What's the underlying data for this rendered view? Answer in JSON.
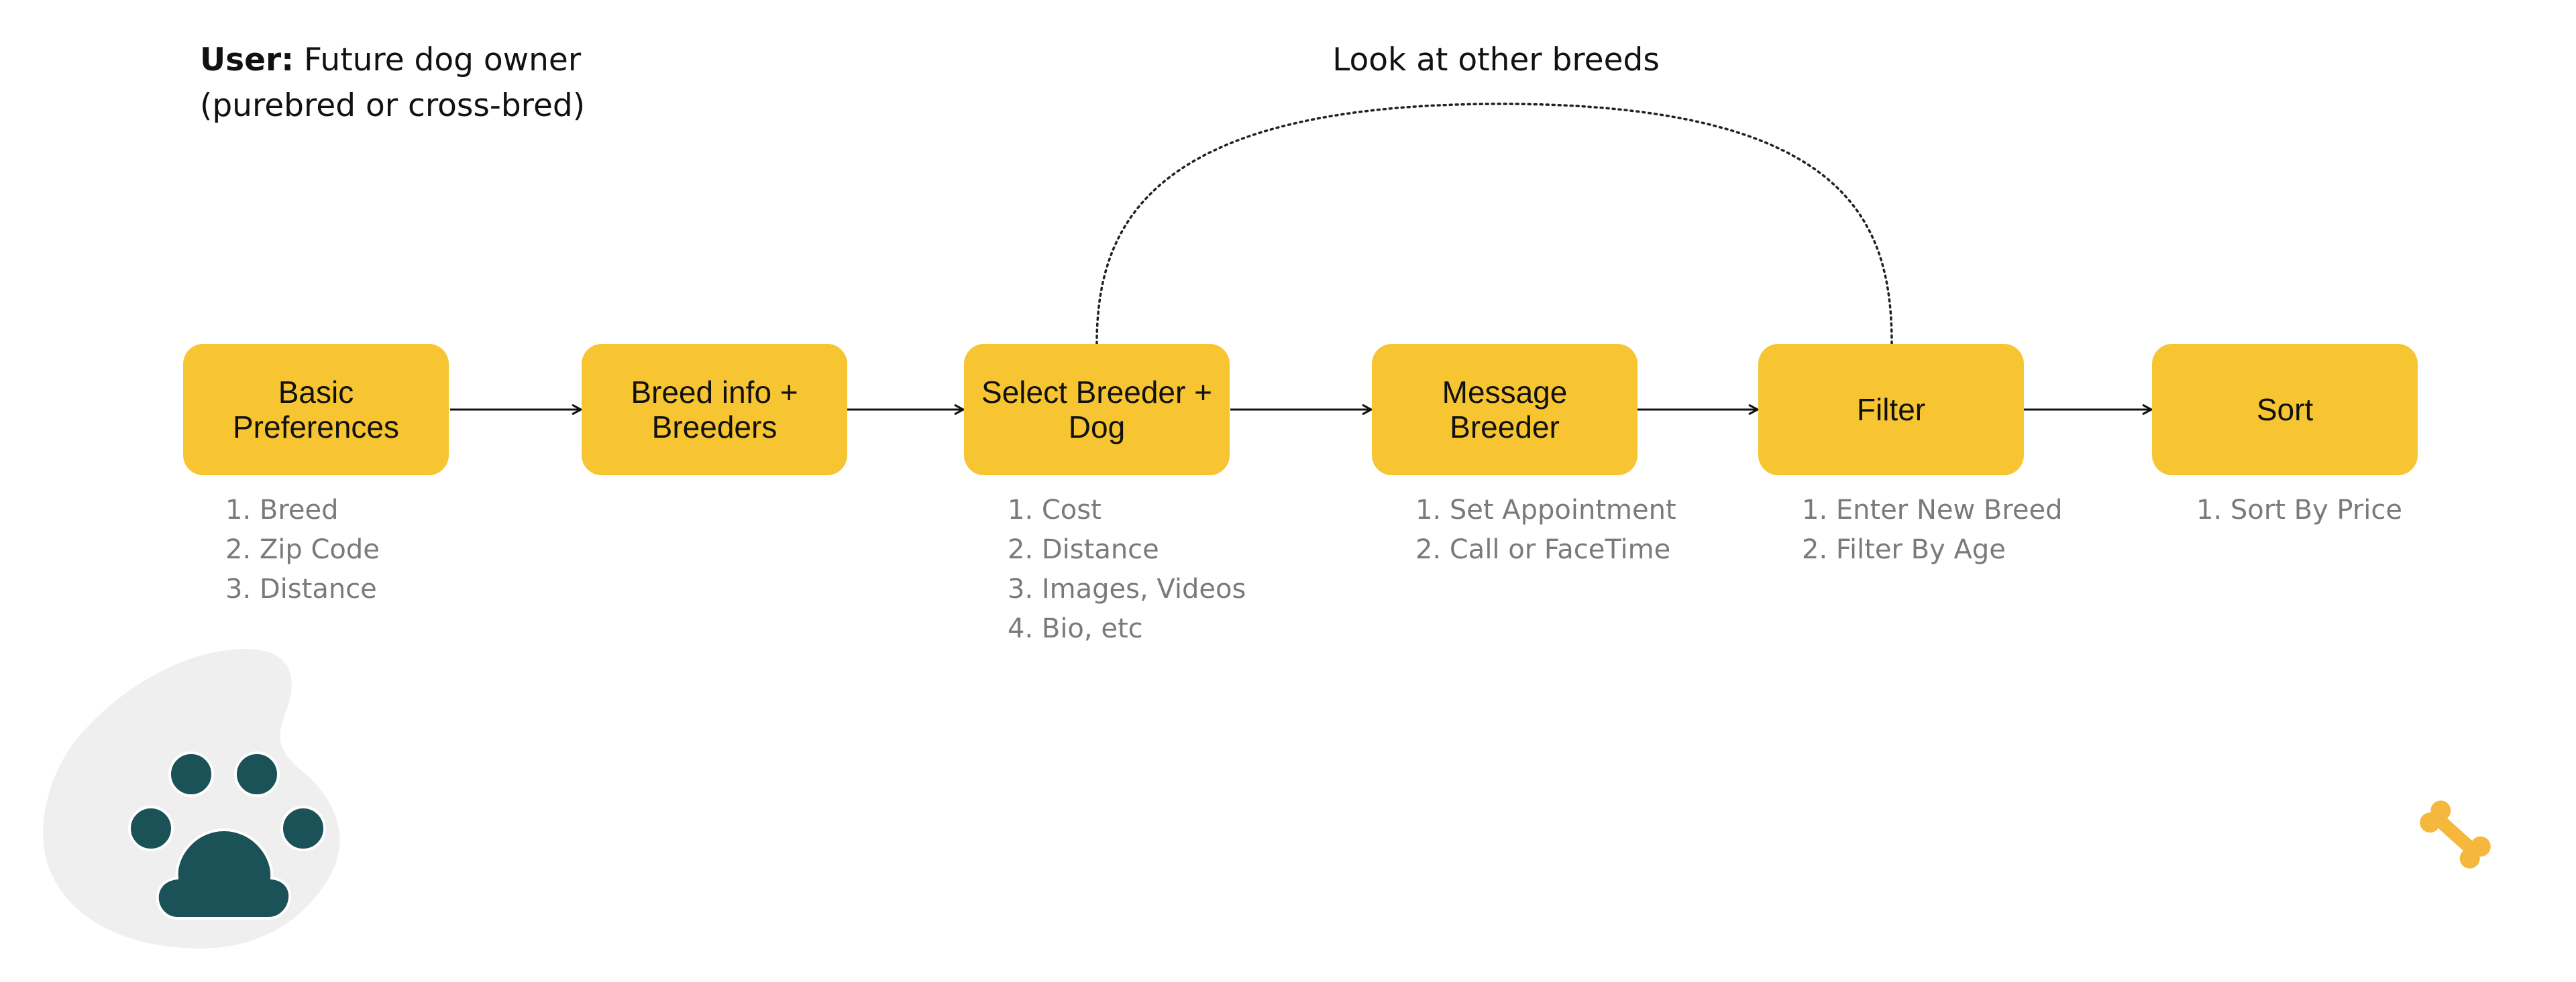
{
  "user": {
    "label_bold": "User:",
    "label_rest": " Future dog owner",
    "label_line2": "(purebred or cross-bred)"
  },
  "loop": {
    "label": "Look at other breeds"
  },
  "steps": [
    {
      "title": "Basic\nPreferences",
      "details": [
        "1. Breed",
        "2. Zip Code",
        "3. Distance"
      ]
    },
    {
      "title": "Breed info +\nBreeders",
      "details": []
    },
    {
      "title": "Select Breeder +\nDog",
      "details": [
        "1. Cost",
        "2. Distance",
        "3. Images, Videos",
        "4. Bio, etc"
      ]
    },
    {
      "title": "Message\nBreeder",
      "details": [
        "1. Set Appointment",
        "2. Call or FaceTime"
      ]
    },
    {
      "title": "Filter",
      "details": [
        "1. Enter New Breed",
        "2. Filter By Age"
      ]
    },
    {
      "title": "Sort",
      "details": [
        "1. Sort By Price"
      ]
    }
  ],
  "colors": {
    "box_fill": "#f6c531",
    "paw": "#1a5257",
    "blob": "#efefef",
    "bone": "#f5b83d",
    "detail_text": "#7a7a7a"
  },
  "icons": {
    "paw": "paw-icon",
    "bone": "bone-icon"
  }
}
